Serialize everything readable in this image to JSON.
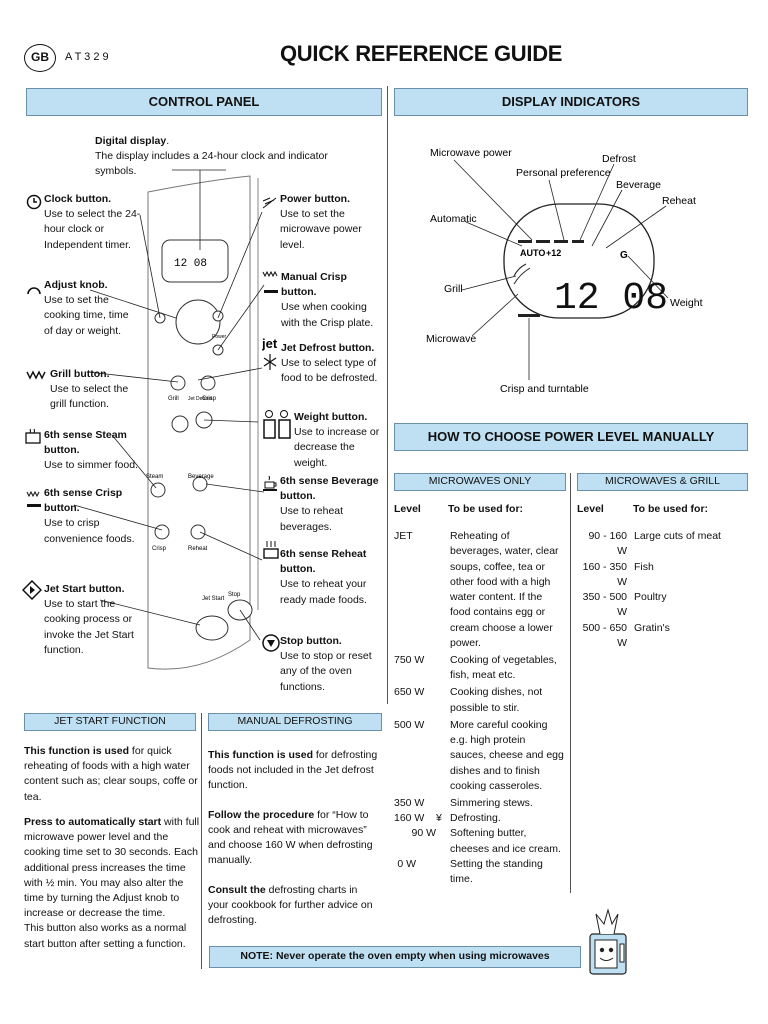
{
  "header": {
    "country": "GB",
    "model": "A T 3 2 9",
    "title": "QUICK REFERENCE GUIDE"
  },
  "control_panel": {
    "title": "CONTROL PANEL",
    "digital_display": {
      "heading": "Digital display",
      "text": "The display includes a 24-hour clock and indicator symbols."
    },
    "left": [
      {
        "key": "clock",
        "heading": "Clock button.",
        "text": "Use to select the 24-hour clock or Independent timer."
      },
      {
        "key": "adjust",
        "heading": "Adjust knob.",
        "text": "Use to set the cooking time, time of day or weight."
      },
      {
        "key": "grill",
        "heading": "Grill button.",
        "text": "Use to select the grill function."
      },
      {
        "key": "steam",
        "heading": "6th sense Steam button.",
        "text": "Use to simmer food."
      },
      {
        "key": "crisp6",
        "heading": "6th sense Crisp button.",
        "text": "Use to crisp convenience foods."
      },
      {
        "key": "jetstart",
        "heading": "Jet Start button.",
        "text": "Use to start the cooking process or invoke the Jet Start function."
      }
    ],
    "right": [
      {
        "key": "power",
        "heading": "Power button.",
        "text": "Use to set the microwave power level."
      },
      {
        "key": "mcrisp",
        "heading": "Manual Crisp button.",
        "text": "Use when cooking with the Crisp plate."
      },
      {
        "key": "jetdefrost",
        "heading": "Jet Defrost button.",
        "text": "Use to select type of food to be defrosted."
      },
      {
        "key": "weight",
        "heading": "Weight button.",
        "text": "Use to increase or decrease the weight."
      },
      {
        "key": "beverage",
        "heading": "6th sense Beverage button.",
        "text": "Use to reheat beverages."
      },
      {
        "key": "reheat",
        "heading": "6th sense Reheat button.",
        "text": "Use to reheat your ready made foods."
      },
      {
        "key": "stop",
        "heading": "Stop button.",
        "text": "Use to stop or reset any of the oven functions."
      }
    ],
    "panel_labels": {
      "grill": "Grill",
      "crisp": "Crisp",
      "steam": "Steam",
      "beverage": "Beverage",
      "crisp2": "Crisp",
      "reheat": "Reheat",
      "jet": "Jet Start",
      "stop": "Stop",
      "display_time": "12 08",
      "jet_defrost": "Jet Defrost",
      "power": "Power"
    }
  },
  "display_indicators": {
    "title": "DISPLAY INDICATORS",
    "labels": {
      "microwave_power": "Microwave power",
      "defrost": "Defrost",
      "personal": "Personal preference",
      "beverage": "Beverage",
      "reheat": "Reheat",
      "automatic": "Automatic",
      "grill": "Grill",
      "weight": "Weight",
      "microwave": "Microwave",
      "crisp": "Crisp and turntable"
    },
    "lcd": {
      "auto": "AUTO",
      "plus": "+12",
      "time": "12 08",
      "g": "G"
    }
  },
  "power_level": {
    "title": "HOW TO CHOOSE POWER LEVEL MANUALLY",
    "mw_only": {
      "title": "MICROWAVES ONLY",
      "col_level": "Level",
      "col_use": "To be used for:",
      "rows": [
        {
          "level": "JET",
          "use": "Reheating of beverages, water, clear soups, coffee, tea or other food with a high water content. If the food contains egg or cream choose a lower power."
        },
        {
          "level": "750 W",
          "use": "Cooking of vegetables, fish, meat etc."
        },
        {
          "level": "650 W",
          "use": "Cooking dishes, not possible to stir."
        },
        {
          "level": "500 W",
          "use": "More careful cooking e.g. high protein sauces, cheese and egg dishes and to finish cooking casseroles."
        },
        {
          "level": "350 W",
          "use": "Simmering stews."
        },
        {
          "level": "160 W",
          "use": "Defrosting."
        },
        {
          "level": "90 W",
          "use": "Softening butter, cheeses and ice cream."
        },
        {
          "level": "0 W",
          "use": "Setting the standing time."
        }
      ]
    },
    "mw_grill": {
      "title": "MICROWAVES & GRILL",
      "col_level": "Level",
      "col_use": "To be used for:",
      "rows": [
        {
          "level": "90 - 160 W",
          "use": "Large cuts of meat"
        },
        {
          "level": "160 - 350 W",
          "use": "Fish"
        },
        {
          "level": "350 - 500 W",
          "use": "Poultry"
        },
        {
          "level": "500 - 650 W",
          "use": "Gratin's"
        }
      ]
    }
  },
  "jet_start": {
    "title": "JET START FUNCTION",
    "p1_bold": "This function is used",
    "p1": " for quick reheating of foods with a high water content such as; clear soups, coffe or tea.",
    "p2_bold": "Press to automatically start",
    "p2": " with full microwave power level and the cooking time set to 30 seconds. Each additional press increases the time with ½ min. You may also alter the time by turning the Adjust knob to increase or decrease the time.",
    "p3": "This button also works as a normal start button after setting a function."
  },
  "manual_defrost": {
    "title": "MANUAL DEFROSTING",
    "p1_bold": "This function is used",
    "p1": " for defrosting foods not included in the Jet defrost function.",
    "p2_bold": "Follow the procedure",
    "p2": " for “How to cook and reheat with microwaves” and choose 160 W when defrosting manually.",
    "p3_bold": "Consult the",
    "p3": " defrosting charts in your cookbook for further advice on defrosting."
  },
  "note": {
    "text": "NOTE: Never operate the oven empty when using microwaves"
  }
}
